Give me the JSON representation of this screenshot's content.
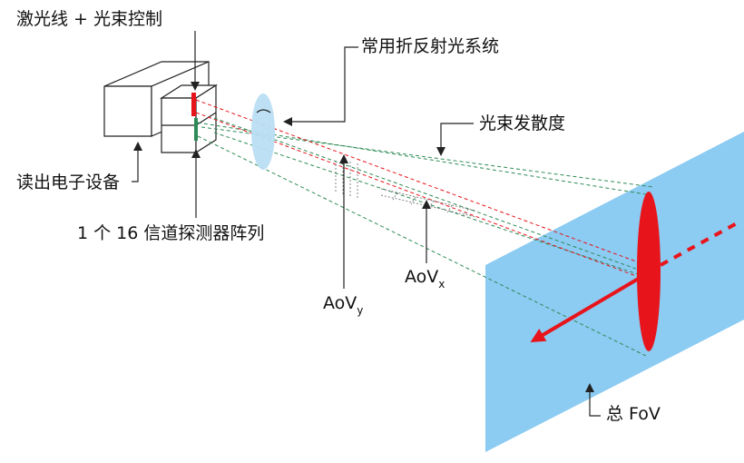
{
  "labels": {
    "laser_control": "激光线 + 光束控制",
    "refractive_optics": "常用折反射光系统",
    "beam_divergence": "光束发散度",
    "readout_electronics": "读出电子设备",
    "detector_array": "1 个 16 信道探测器阵列",
    "aov_y_main": "AoV",
    "aov_y_sub": "y",
    "aov_x_main": "AoV",
    "aov_x_sub": "x",
    "total_fov": "总 FoV"
  },
  "colors": {
    "laser": "#e8141b",
    "detector_rays": "#2e8b57",
    "target_plane": "#8ccbf2",
    "lens": "#b9def3",
    "outline": "#222222"
  }
}
